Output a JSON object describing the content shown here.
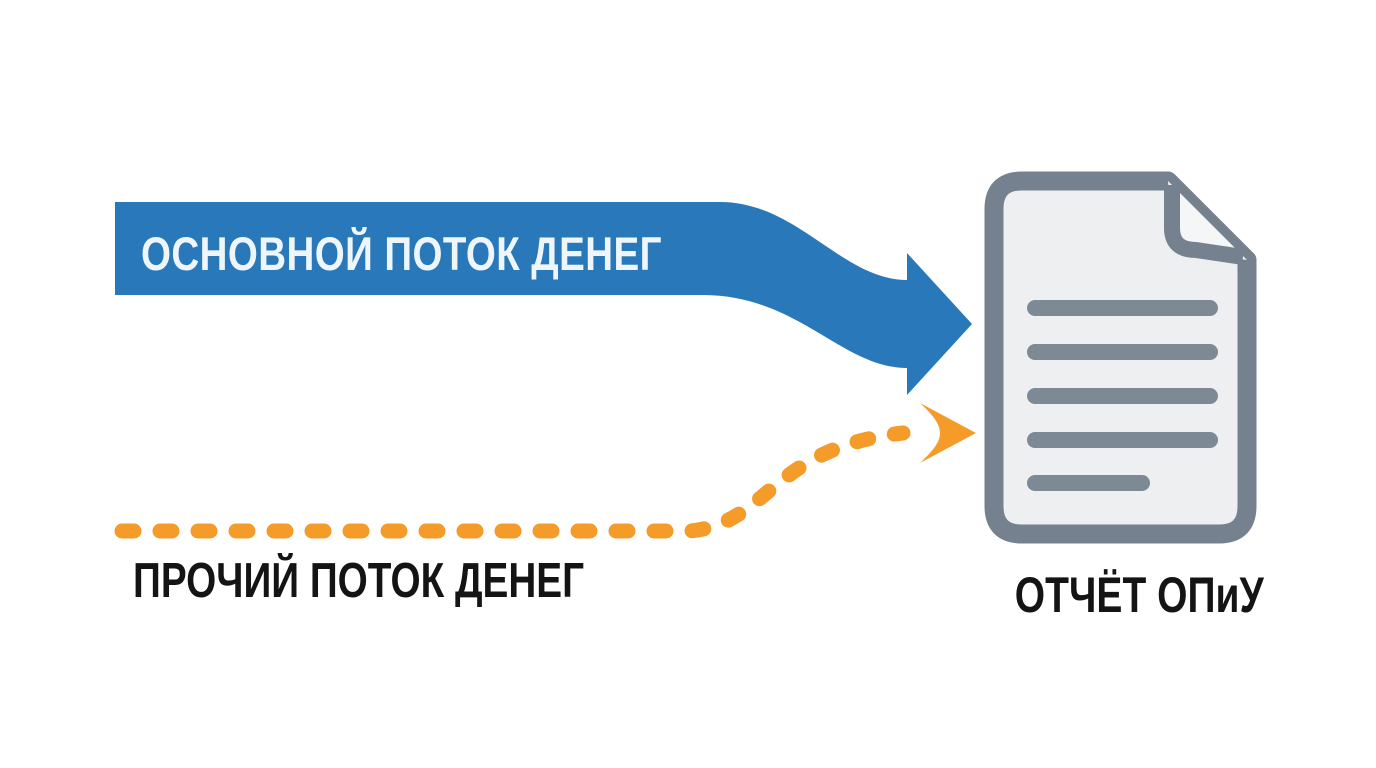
{
  "colors": {
    "background": "#ffffff",
    "main_flow_blue": "#2878ba",
    "other_flow_orange": "#f49b2a",
    "document_border": "#75818e",
    "document_paper": "#edeff1",
    "document_fold": "#f4f6f7",
    "document_lines": "#7d8995",
    "label_text": "#141414",
    "band_text": "#eef6fc"
  },
  "main_flow": {
    "label": "ОСНОВНОЙ ПОТОК ДЕНЕГ",
    "style": "solid-ribbon-arrow"
  },
  "other_flow": {
    "label": "ПРОЧИЙ ПОТОК ДЕНЕГ",
    "style": "dashed-curved-arrow"
  },
  "report": {
    "label": "ОТЧЁТ ОПиУ",
    "icon": "document-icon"
  }
}
